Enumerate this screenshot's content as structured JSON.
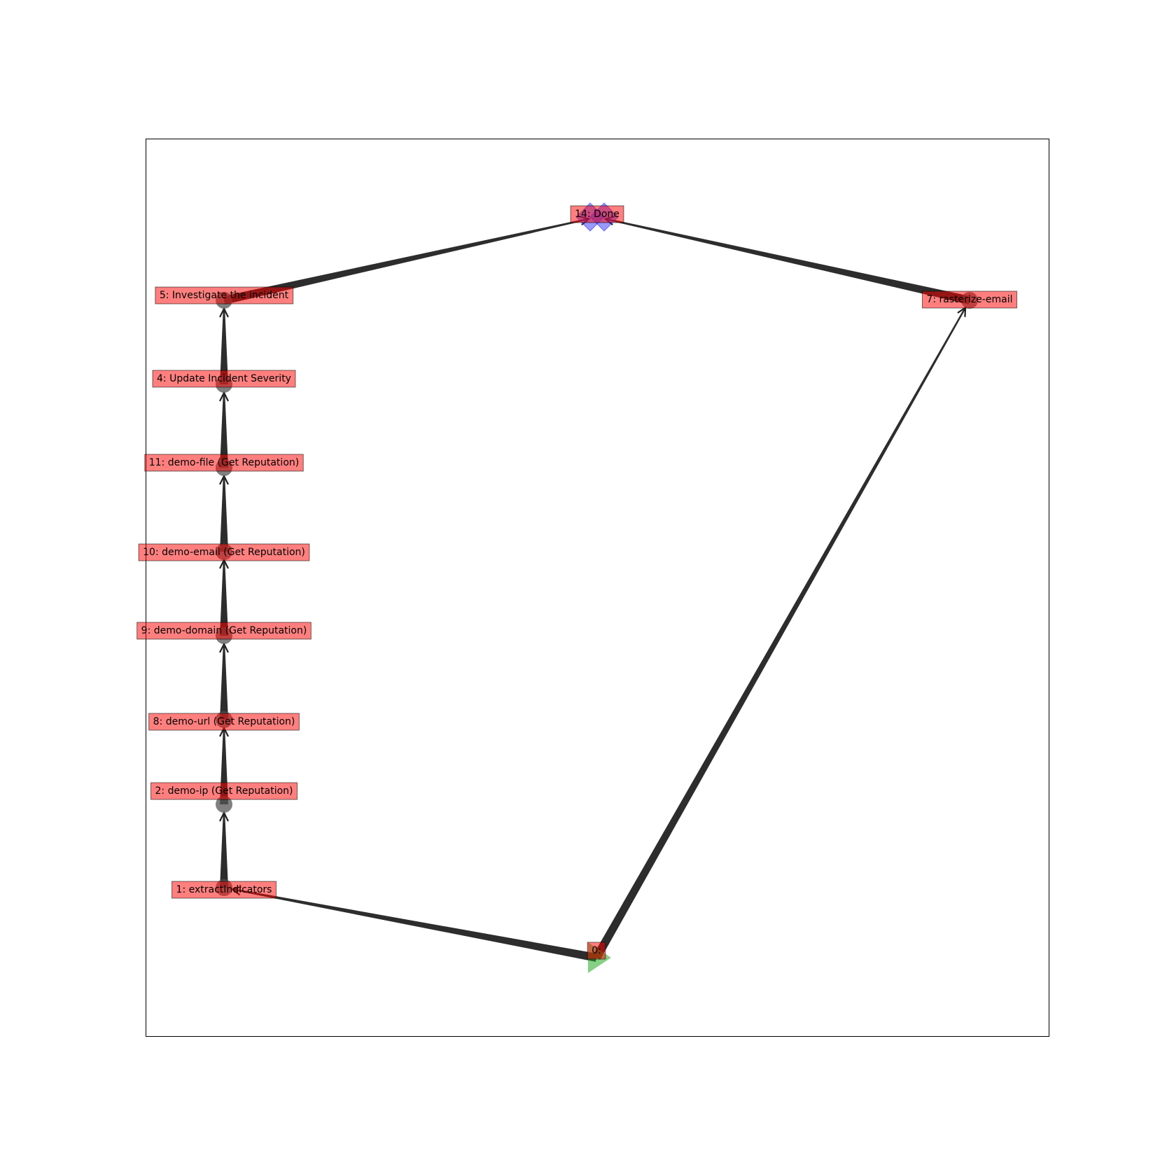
{
  "diagram": {
    "type": "playbook-task-graph",
    "colors": {
      "label_box": "#ff0000",
      "edge": "#222222",
      "task_node": "#555555",
      "start_node": "#22aa22",
      "end_node": "#3333ff",
      "frame": "#000000"
    },
    "nodes": [
      {
        "id": "0",
        "label": "0:",
        "kind": "start"
      },
      {
        "id": "1",
        "label": "1: extractIndicators",
        "kind": "task"
      },
      {
        "id": "2",
        "label": "2: demo-ip (Get Reputation)",
        "kind": "task"
      },
      {
        "id": "8",
        "label": "8: demo-url (Get Reputation)",
        "kind": "task"
      },
      {
        "id": "9",
        "label": "9: demo-domain (Get Reputation)",
        "kind": "task"
      },
      {
        "id": "10",
        "label": "10: demo-email (Get Reputation)",
        "kind": "task"
      },
      {
        "id": "11",
        "label": "11: demo-file (Get Reputation)",
        "kind": "task"
      },
      {
        "id": "4",
        "label": "4: Update Incident Severity",
        "kind": "task"
      },
      {
        "id": "5",
        "label": "5: Investigate the incident",
        "kind": "task"
      },
      {
        "id": "7",
        "label": "7: rasterize-email",
        "kind": "task"
      },
      {
        "id": "14",
        "label": "14: Done",
        "kind": "end"
      }
    ],
    "edges": [
      {
        "from": "0",
        "to": "1"
      },
      {
        "from": "0",
        "to": "7"
      },
      {
        "from": "1",
        "to": "2"
      },
      {
        "from": "2",
        "to": "8"
      },
      {
        "from": "8",
        "to": "9"
      },
      {
        "from": "9",
        "to": "10"
      },
      {
        "from": "10",
        "to": "11"
      },
      {
        "from": "11",
        "to": "4"
      },
      {
        "from": "4",
        "to": "5"
      },
      {
        "from": "5",
        "to": "14"
      },
      {
        "from": "7",
        "to": "14"
      }
    ]
  }
}
